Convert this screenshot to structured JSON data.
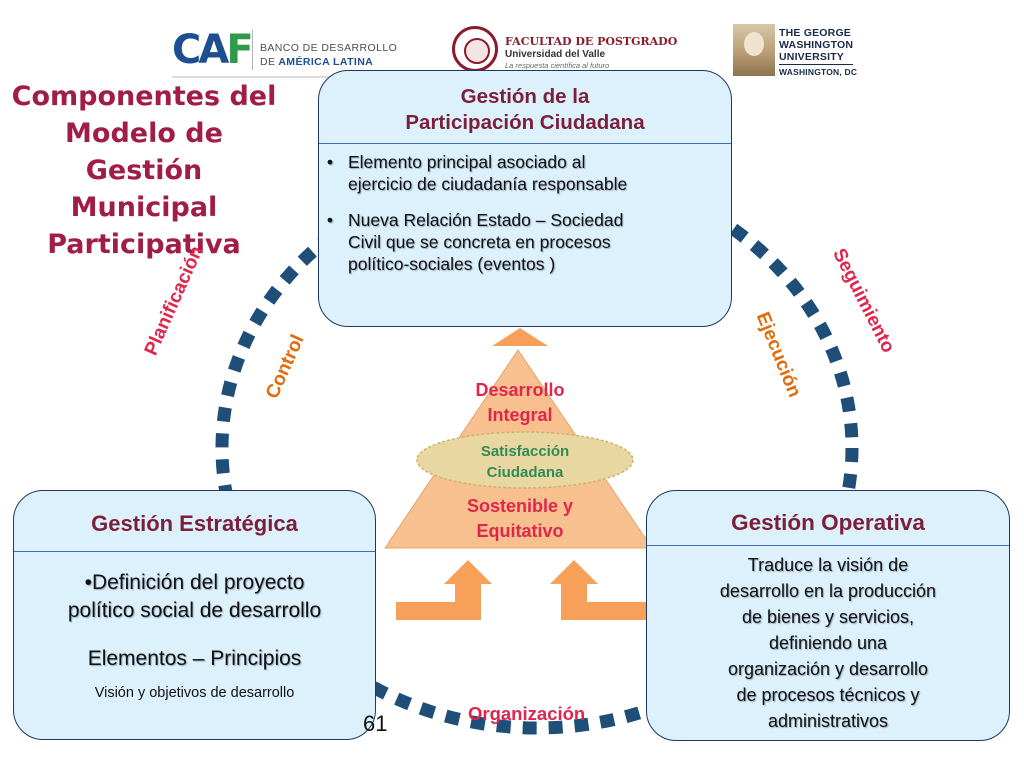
{
  "logos": {
    "caf": {
      "mark_c": "C",
      "mark_a": "A",
      "mark_f": "F",
      "line1": "BANCO DE DESARROLLO",
      "line2_prefix": "DE",
      "line2_strong": "AMÉRICA LATINA"
    },
    "facultad": {
      "line1": "FACULTAD DE POSTGRADO",
      "line2": "Universidad del Valle",
      "line3": "La respuesta científica al futuro"
    },
    "gwu": {
      "line1": "THE GEORGE",
      "line2": "WASHINGTON",
      "line3": "UNIVERSITY",
      "line4": "WASHINGTON, DC"
    }
  },
  "title": {
    "line1": "Componentes del",
    "line2": "Modelo de Gestión",
    "line3": "Municipal",
    "line4": "Participativa"
  },
  "labels": {
    "planificacion": "Planificación",
    "control": "Control",
    "ejecucion": "Ejecución",
    "seguimiento": "Seguimiento",
    "organizacion": "Organización"
  },
  "participacion": {
    "title_line1": "Gestión de la",
    "title_line2": "Participación Ciudadana",
    "bullet_char": "•",
    "bullets": [
      {
        "line1": "Elemento principal asociado al",
        "line2": "ejercicio de ciudadanía responsable"
      },
      {
        "line1": "Nueva Relación Estado – Sociedad",
        "line2": "Civil que se concreta en procesos",
        "line3": "político-sociales (eventos )"
      }
    ]
  },
  "estrategica": {
    "title": "Gestión Estratégica",
    "bullet_line1": "•Definición del proyecto",
    "bullet_line2": "político social de desarrollo",
    "elementos": "Elementos – Principios",
    "vision": "Visión y objetivos de desarrollo"
  },
  "operativa": {
    "title": "Gestión Operativa",
    "lines": [
      "Traduce la visión de",
      "desarrollo en la producción",
      "de bienes y servicios,",
      "definiendo una",
      "organización y  desarrollo",
      "de procesos técnicos y",
      "administrativos"
    ]
  },
  "triangle": {
    "top_line1": "Desarrollo",
    "top_line2": "Integral",
    "ellipse_line1": "Satisfacción",
    "ellipse_line2": "Ciudadana",
    "bottom_line1": "Sostenible y",
    "bottom_line2": "Equitativo"
  },
  "page_number": "61",
  "colors": {
    "title": "#a11d45",
    "box_fill": "#dcf1fb",
    "box_border": "#1f3864",
    "dash": "#1f4e79",
    "triangle": "#f9c08f",
    "arrow": "#f6a05a",
    "ellipse": "#e8d7a1",
    "label_red": "#e0264b",
    "label_orange": "#e36c0a",
    "ellipse_text": "#2e8b57"
  }
}
